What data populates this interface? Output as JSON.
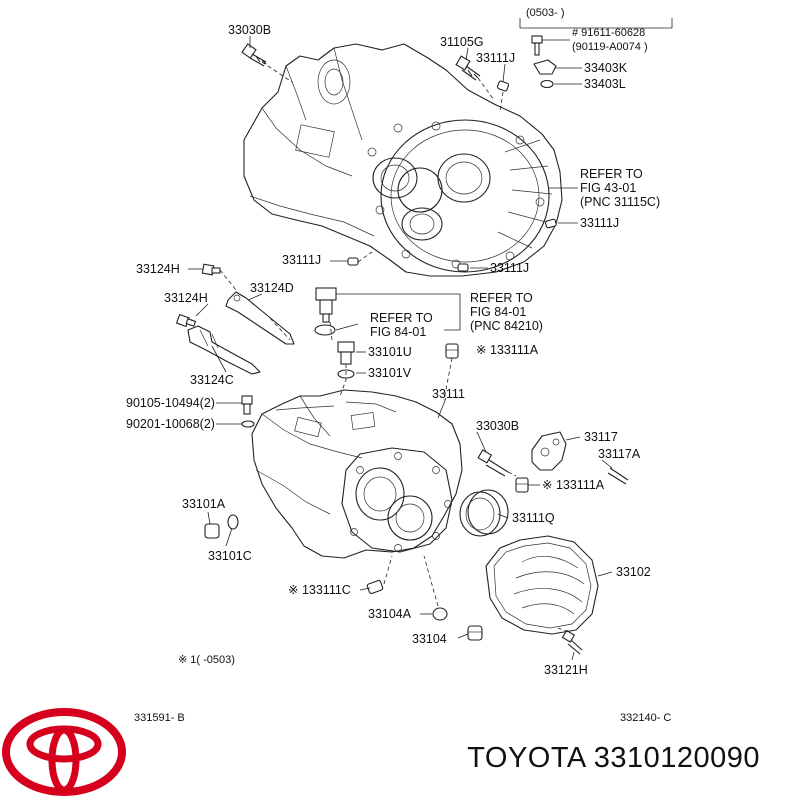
{
  "callouts": {
    "c33030B_top": "33030B",
    "c31105G": "31105G",
    "c33111J_top": "33111J",
    "range_0503": "(0503-      )",
    "c91611": "# 91611-60628",
    "c90119": "(90119-A0074  )",
    "c33403K": "33403K",
    "c33403L": "33403L",
    "refer1_line1": "REFER TO",
    "refer1_line2": "FIG   43-01",
    "refer1_line3": "(PNC 31115C)",
    "c33111J_right": "33111J",
    "c33111J_left": "33111J",
    "c33111J_bottom": "33111J",
    "c33124H_1": "33124H",
    "c33124H_2": "33124H",
    "c33124D": "33124D",
    "c33124C": "33124C",
    "refer2_line1": "REFER TO",
    "refer2_line2": "FIG   84-01",
    "refer2_line3": "(PNC 84210)",
    "refer3_line1": "REFER TO",
    "refer3_line2": "FIG   84-01",
    "c33101U": "33101U",
    "c33101V": "33101V",
    "c133111A_top": "※ 133111A",
    "c90105": "90105-10494(2)",
    "c90201": "90201-10068(2)",
    "c33111": "33111",
    "c33030B_mid": "33030B",
    "c33117": "33117",
    "c33117A": "33117A",
    "c133111A_mid": "※ 133111A",
    "c33101A": "33101A",
    "c33101C": "33101C",
    "c33111Q": "33111Q",
    "c33102": "33102",
    "c133111C": "※ 133111C",
    "c33104A": "33104A",
    "c33104": "33104",
    "c33121H": "33121H",
    "footnote": "※ 1(      -0503)",
    "fig_left": "331591- B",
    "fig_right": "332140- C"
  },
  "brand": {
    "logo": "toyota-emblem",
    "logo_color": "#d6001c",
    "title": "TOYOTA 3310120090"
  }
}
